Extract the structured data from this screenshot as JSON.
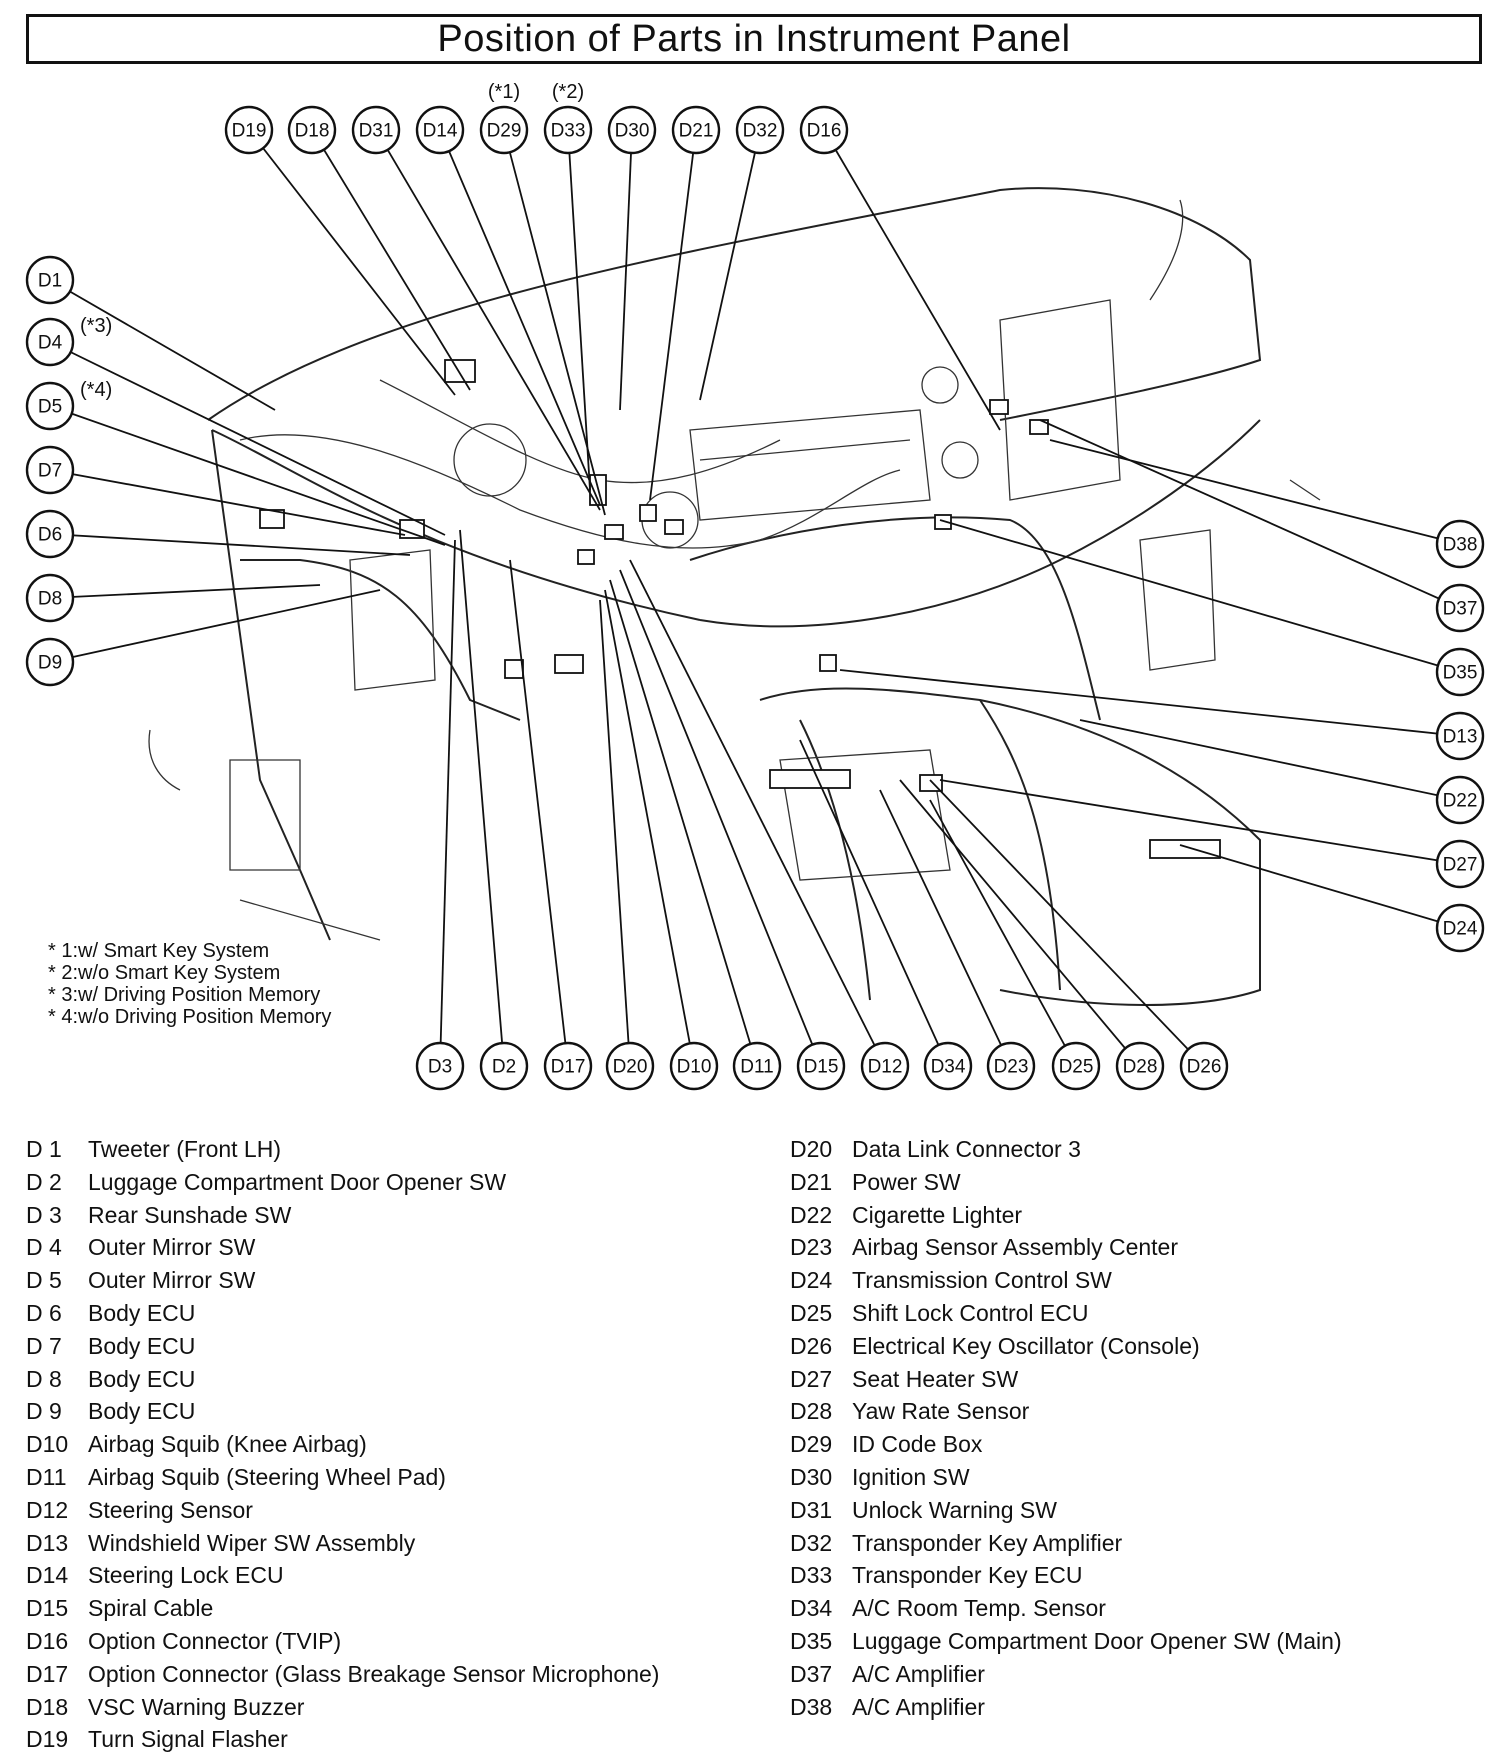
{
  "title": "Position of Parts in Instrument Panel",
  "callouts_top": [
    {
      "id": "D19",
      "note": ""
    },
    {
      "id": "D18",
      "note": ""
    },
    {
      "id": "D31",
      "note": ""
    },
    {
      "id": "D14",
      "note": ""
    },
    {
      "id": "D29",
      "note": "(*1)"
    },
    {
      "id": "D33",
      "note": "(*2)"
    },
    {
      "id": "D30",
      "note": ""
    },
    {
      "id": "D21",
      "note": ""
    },
    {
      "id": "D32",
      "note": ""
    },
    {
      "id": "D16",
      "note": ""
    }
  ],
  "callouts_left": [
    {
      "id": "D1",
      "note": ""
    },
    {
      "id": "D4",
      "note": "(*3)"
    },
    {
      "id": "D5",
      "note": "(*4)"
    },
    {
      "id": "D7",
      "note": ""
    },
    {
      "id": "D6",
      "note": ""
    },
    {
      "id": "D8",
      "note": ""
    },
    {
      "id": "D9",
      "note": ""
    }
  ],
  "callouts_right": [
    "D38",
    "D37",
    "D35",
    "D13",
    "D22",
    "D27",
    "D24"
  ],
  "callouts_bottom": [
    "D3",
    "D2",
    "D17",
    "D20",
    "D10",
    "D11",
    "D15",
    "D12",
    "D34",
    "D23",
    "D25",
    "D28",
    "D26"
  ],
  "notes": [
    "* 1:w/ Smart Key System",
    "* 2:w/o Smart Key System",
    "* 3:w/ Driving Position Memory",
    "* 4:w/o Driving Position Memory"
  ],
  "legend_left": [
    {
      "code": "D  1",
      "name": "Tweeter (Front LH)"
    },
    {
      "code": "D  2",
      "name": "Luggage Compartment Door Opener SW"
    },
    {
      "code": "D  3",
      "name": "Rear Sunshade SW"
    },
    {
      "code": "D  4",
      "name": "Outer Mirror SW"
    },
    {
      "code": "D  5",
      "name": "Outer Mirror SW"
    },
    {
      "code": "D  6",
      "name": "Body ECU"
    },
    {
      "code": "D  7",
      "name": "Body ECU"
    },
    {
      "code": "D  8",
      "name": "Body ECU"
    },
    {
      "code": "D  9",
      "name": "Body ECU"
    },
    {
      "code": "D10",
      "name": "Airbag Squib (Knee Airbag)"
    },
    {
      "code": "D11",
      "name": "Airbag Squib (Steering Wheel Pad)"
    },
    {
      "code": "D12",
      "name": "Steering Sensor"
    },
    {
      "code": "D13",
      "name": "Windshield Wiper SW Assembly"
    },
    {
      "code": "D14",
      "name": "Steering Lock ECU"
    },
    {
      "code": "D15",
      "name": "Spiral Cable"
    },
    {
      "code": "D16",
      "name": "Option Connector (TVIP)"
    },
    {
      "code": "D17",
      "name": "Option Connector (Glass Breakage Sensor Microphone)"
    },
    {
      "code": "D18",
      "name": "VSC Warning Buzzer"
    },
    {
      "code": "D19",
      "name": "Turn Signal Flasher"
    }
  ],
  "legend_right": [
    {
      "code": "D20",
      "name": "Data Link Connector 3"
    },
    {
      "code": "D21",
      "name": "Power SW"
    },
    {
      "code": "D22",
      "name": "Cigarette Lighter"
    },
    {
      "code": "D23",
      "name": "Airbag Sensor Assembly Center"
    },
    {
      "code": "D24",
      "name": "Transmission Control SW"
    },
    {
      "code": "D25",
      "name": "Shift Lock Control ECU"
    },
    {
      "code": "D26",
      "name": "Electrical Key Oscillator (Console)"
    },
    {
      "code": "D27",
      "name": "Seat Heater SW"
    },
    {
      "code": "D28",
      "name": "Yaw Rate Sensor"
    },
    {
      "code": "D29",
      "name": "ID Code Box"
    },
    {
      "code": "D30",
      "name": "Ignition SW"
    },
    {
      "code": "D31",
      "name": "Unlock Warning SW"
    },
    {
      "code": "D32",
      "name": "Transponder Key Amplifier"
    },
    {
      "code": "D33",
      "name": "Transponder Key ECU"
    },
    {
      "code": "D34",
      "name": "A/C Room Temp. Sensor"
    },
    {
      "code": "D35",
      "name": "Luggage Compartment Door Opener SW (Main)"
    },
    {
      "code": "D37",
      "name": "A/C Amplifier"
    },
    {
      "code": "D38",
      "name": "A/C Amplifier"
    }
  ]
}
